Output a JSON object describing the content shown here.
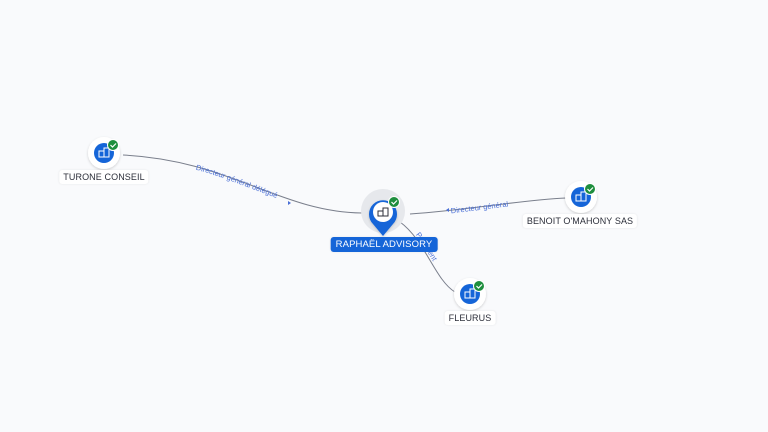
{
  "graph": {
    "center": {
      "label": "RAPHAËL ADVISORY",
      "icon": "building-icon",
      "verified": true
    },
    "nodes": [
      {
        "id": "turone",
        "label": "TURONE CONSEIL",
        "icon": "building-icon",
        "verified": true
      },
      {
        "id": "benoit",
        "label": "BENOIT O'MAHONY SAS",
        "icon": "building-icon",
        "verified": true
      },
      {
        "id": "fleurus",
        "label": "FLEURUS",
        "icon": "building-icon",
        "verified": true
      }
    ],
    "edges": [
      {
        "from": "turone",
        "to": "center",
        "label": "Directeur général délégué"
      },
      {
        "from": "benoit",
        "to": "center",
        "label": "Directeur général"
      },
      {
        "from": "fleurus",
        "to": "center",
        "label": "Président"
      }
    ]
  },
  "colors": {
    "accent": "#1565d8",
    "verified": "#1e8e3e",
    "edge": "#7a7f8c",
    "edge_label": "#4a6fd6",
    "background": "#f9fafc"
  }
}
